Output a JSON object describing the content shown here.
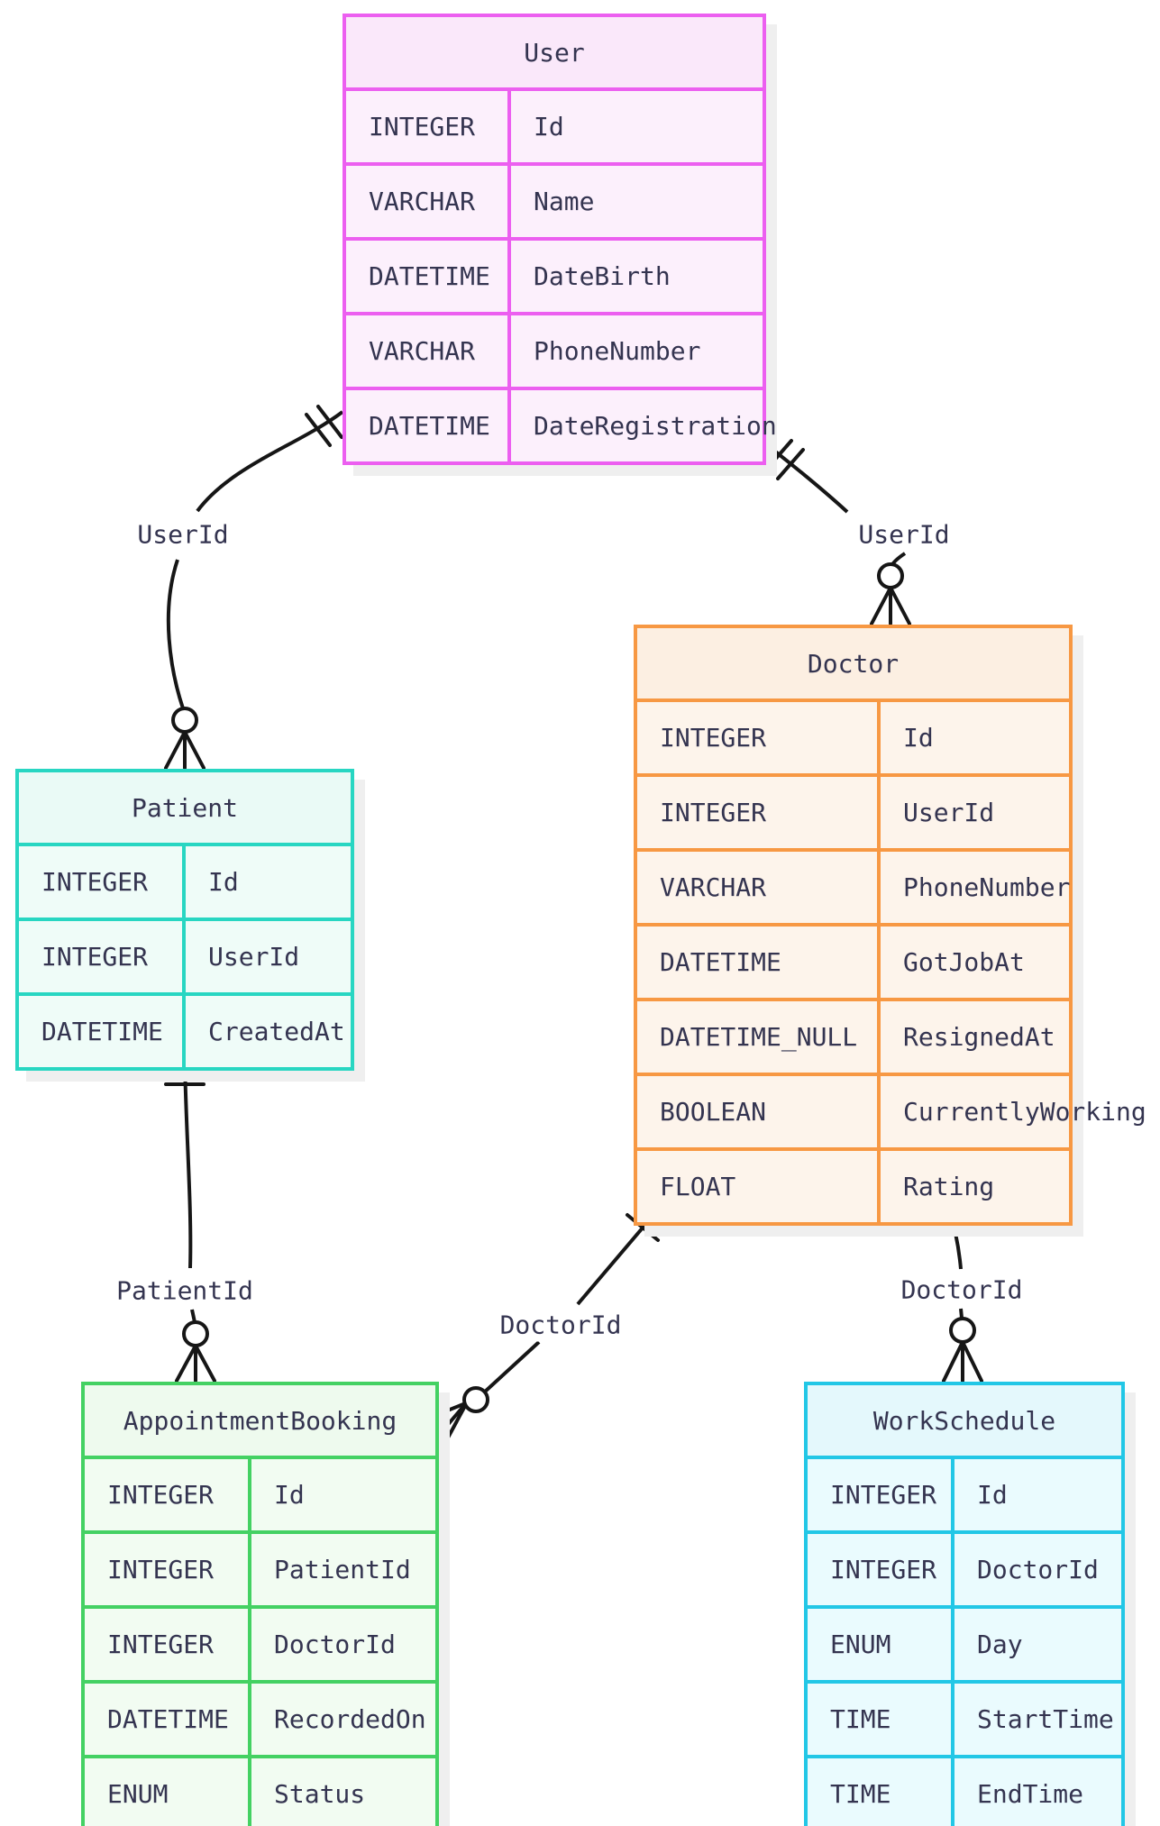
{
  "diagram": {
    "entities": [
      {
        "name": "User",
        "rows": [
          {
            "type": "INTEGER",
            "name": "Id"
          },
          {
            "type": "VARCHAR",
            "name": "Name"
          },
          {
            "type": "DATETIME",
            "name": "DateBirth"
          },
          {
            "type": "VARCHAR",
            "name": "PhoneNumber"
          },
          {
            "type": "DATETIME",
            "name": "DateRegistration"
          }
        ]
      },
      {
        "name": "Patient",
        "rows": [
          {
            "type": "INTEGER",
            "name": "Id"
          },
          {
            "type": "INTEGER",
            "name": "UserId"
          },
          {
            "type": "DATETIME",
            "name": "CreatedAt"
          }
        ]
      },
      {
        "name": "Doctor",
        "rows": [
          {
            "type": "INTEGER",
            "name": "Id"
          },
          {
            "type": "INTEGER",
            "name": "UserId"
          },
          {
            "type": "VARCHAR",
            "name": "PhoneNumber"
          },
          {
            "type": "DATETIME",
            "name": "GotJobAt"
          },
          {
            "type": "DATETIME_NULL",
            "name": "ResignedAt"
          },
          {
            "type": "BOOLEAN",
            "name": "CurrentlyWorking"
          },
          {
            "type": "FLOAT",
            "name": "Rating"
          }
        ]
      },
      {
        "name": "AppointmentBooking",
        "rows": [
          {
            "type": "INTEGER",
            "name": "Id"
          },
          {
            "type": "INTEGER",
            "name": "PatientId"
          },
          {
            "type": "INTEGER",
            "name": "DoctorId"
          },
          {
            "type": "DATETIME",
            "name": "RecordedOn"
          },
          {
            "type": "ENUM",
            "name": "Status"
          }
        ]
      },
      {
        "name": "WorkSchedule",
        "rows": [
          {
            "type": "INTEGER",
            "name": "Id"
          },
          {
            "type": "INTEGER",
            "name": "DoctorId"
          },
          {
            "type": "ENUM",
            "name": "Day"
          },
          {
            "type": "TIME",
            "name": "StartTime"
          },
          {
            "type": "TIME",
            "name": "EndTime"
          }
        ]
      }
    ],
    "relations": [
      {
        "from": "User",
        "to": "Patient",
        "label": "UserId",
        "from_cardinality": "exactly-one",
        "to_cardinality": "zero-or-many"
      },
      {
        "from": "User",
        "to": "Doctor",
        "label": "UserId",
        "from_cardinality": "exactly-one",
        "to_cardinality": "zero-or-many"
      },
      {
        "from": "Patient",
        "to": "AppointmentBooking",
        "label": "PatientId",
        "from_cardinality": "exactly-one",
        "to_cardinality": "zero-or-many"
      },
      {
        "from": "Doctor",
        "to": "AppointmentBooking",
        "label": "DoctorId",
        "from_cardinality": "exactly-one",
        "to_cardinality": "zero-or-many"
      },
      {
        "from": "Doctor",
        "to": "WorkSchedule",
        "label": "DoctorId",
        "from_cardinality": "exactly-one",
        "to_cardinality": "zero-or-many"
      }
    ],
    "colors": {
      "User": {
        "border": "#EC5FF0",
        "header_fill": "#FAE8FA",
        "row_fill": "#FCF0FC"
      },
      "Patient": {
        "border": "#28D6C2",
        "header_fill": "#EAFAF6",
        "row_fill": "#EFFCF8"
      },
      "Doctor": {
        "border": "#F79843",
        "header_fill": "#FCEFE2",
        "row_fill": "#FDF4EB"
      },
      "AppointmentBooking": {
        "border": "#44D163",
        "header_fill": "#EEFAEE",
        "row_fill": "#F2FCF2"
      },
      "WorkSchedule": {
        "border": "#22C7E6",
        "header_fill": "#E4F8FC",
        "row_fill": "#EAFBFE"
      }
    },
    "line_color": "#161616",
    "text_color": "#343450"
  }
}
